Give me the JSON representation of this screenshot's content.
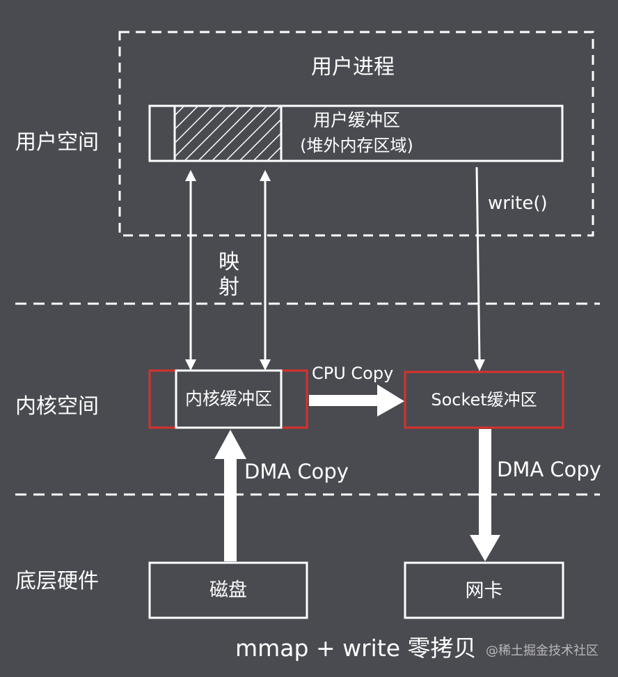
{
  "regions": {
    "user_space": "用户空间",
    "kernel_space": "内核空间",
    "hardware": "底层硬件"
  },
  "user_process": {
    "title": "用户进程",
    "buffer_line1": "用户缓冲区",
    "buffer_line2": "(堆外内存区域)"
  },
  "kernel": {
    "kernel_buffer": "内核缓冲区",
    "socket_buffer": "Socket缓冲区"
  },
  "hardware": {
    "disk": "磁盘",
    "nic": "网卡"
  },
  "labels": {
    "mapping_1": "映",
    "mapping_2": "射",
    "write_call": "write()",
    "cpu_copy": "CPU Copy",
    "dma_copy_left": "DMA Copy",
    "dma_copy_right": "DMA Copy"
  },
  "caption": "mmap + write 零拷贝",
  "watermark": "@稀土掘金技术社区",
  "colors": {
    "background": "#4a4b50",
    "stroke": "#ffffff",
    "highlight": "#d9302c",
    "watermark": "#b8b8bc"
  }
}
